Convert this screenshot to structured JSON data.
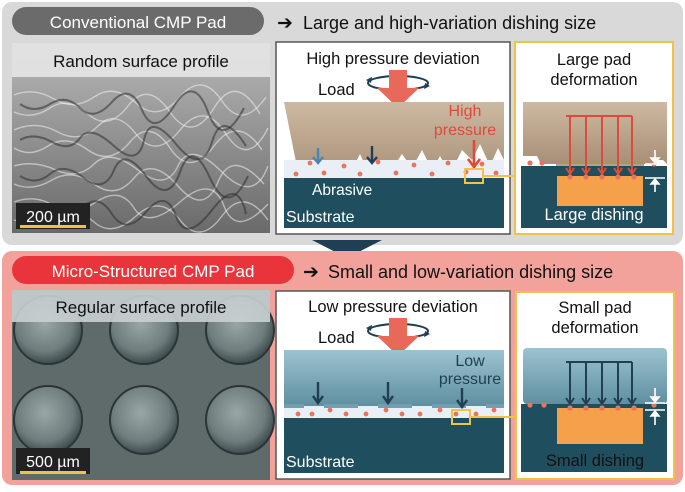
{
  "top": {
    "pill": "Conventional CMP Pad",
    "arrow_glyph": "➔",
    "heading": "Large and high-variation dishing size",
    "micrograph": {
      "label": "Random surface profile",
      "scale": "200 µm"
    },
    "pressure": {
      "title": "High pressure deviation",
      "load": "Load",
      "annot_line1": "High",
      "annot_line2": "pressure",
      "abrasive": "Abrasive",
      "substrate": "Substrate"
    },
    "zoom": {
      "title_line1": "Large pad",
      "title_line2": "deformation",
      "dishing": "Large dishing"
    }
  },
  "bottom": {
    "pill": "Micro-Structured CMP Pad",
    "arrow_glyph": "➔",
    "heading": "Small and low-variation dishing size",
    "micrograph": {
      "label": "Regular surface profile",
      "scale": "500 µm"
    },
    "pressure": {
      "title": "Low pressure deviation",
      "load": "Load",
      "annot_line1": "Low",
      "annot_line2": "pressure",
      "substrate": "Substrate"
    },
    "zoom": {
      "title_line1": "Small pad",
      "title_line2": "deformation",
      "dishing": "Small dishing"
    }
  },
  "colors": {
    "top_band": "#d9d9d9",
    "bottom_band": "#f2a29b",
    "pad_tan": "#b9a189",
    "pad_teal": "#6f9fb0",
    "substrate": "#1f4e5f",
    "dishing_orange": "#f5a04a",
    "red_arrow": "#e04a3a",
    "dark_arrow": "#1f3f55",
    "highlight_yellow": "#f2c14a"
  }
}
